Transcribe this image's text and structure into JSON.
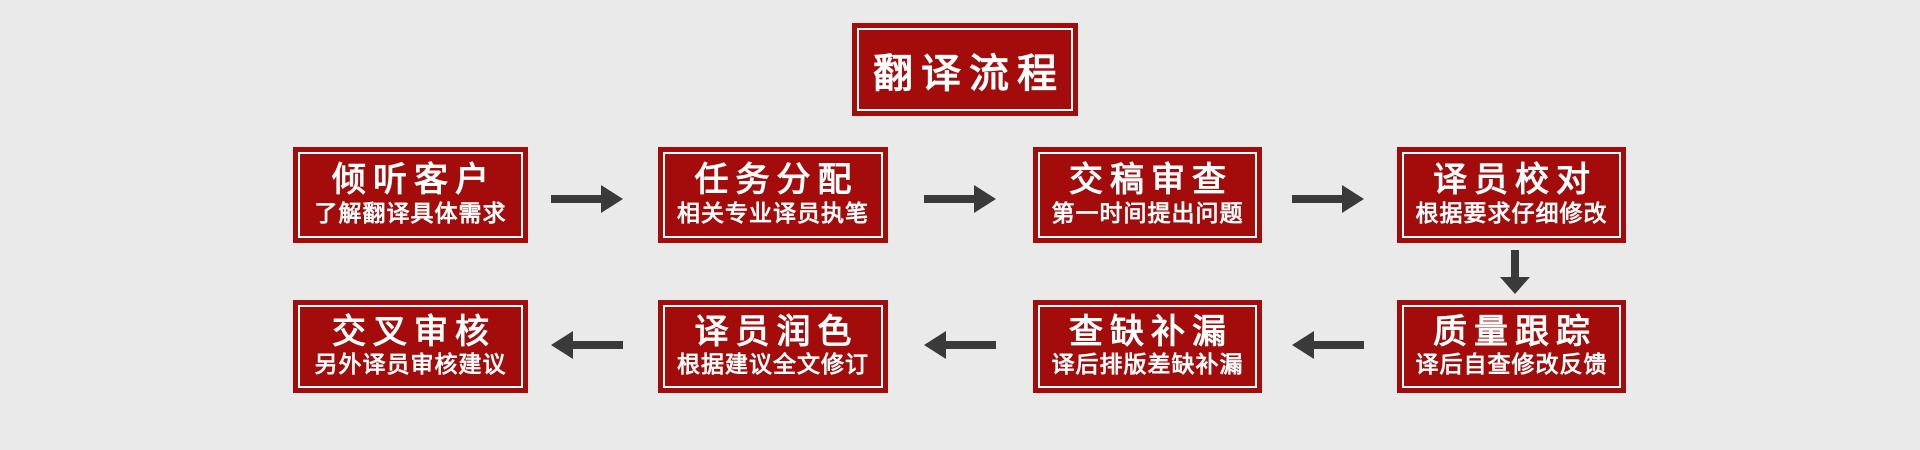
{
  "colors": {
    "background": "#eaeaea",
    "box_red": "#a40c0c",
    "box_inner_border": "#ffffff",
    "text": "#ffffff",
    "arrow_gray": "#3a3a3a"
  },
  "title": {
    "label": "翻译流程"
  },
  "flow": {
    "top_row": [
      {
        "title": "倾听客户",
        "subtitle": "了解翻译具体需求"
      },
      {
        "title": "任务分配",
        "subtitle": "相关专业译员执笔"
      },
      {
        "title": "交稿审查",
        "subtitle": "第一时间提出问题"
      },
      {
        "title": "译员校对",
        "subtitle": "根据要求仔细修改"
      }
    ],
    "bottom_row": [
      {
        "title": "交叉审核",
        "subtitle": "另外译员审核建议"
      },
      {
        "title": "译员润色",
        "subtitle": "根据建议全文修订"
      },
      {
        "title": "查缺补漏",
        "subtitle": "译后排版差缺补漏"
      },
      {
        "title": "质量跟踪",
        "subtitle": "译后自查修改反馈"
      }
    ],
    "arrows": {
      "top_row_direction": "right",
      "bottom_row_direction": "left",
      "connector_direction": "down"
    }
  }
}
